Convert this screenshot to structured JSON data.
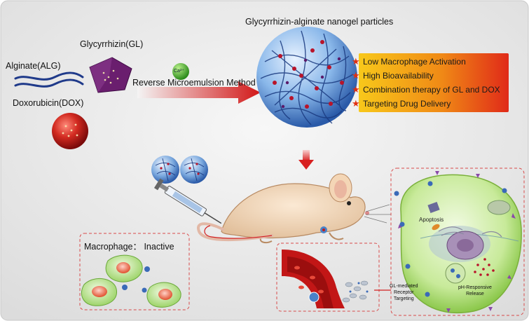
{
  "labels": {
    "title": "Glycyrrhizin-alginate nanogel particles",
    "glycyrrhizin": "Glycyrrhizin(GL)",
    "alginate": "Alginate(ALG)",
    "doxorubicin": "Doxorubicin(DOX)",
    "calcium": "Ca²⁺",
    "method": "Reverse Microemulsion Method",
    "macrophage": "Macrophage： Inactive",
    "apoptosis": "Apoptosis",
    "targeting": [
      "GL-mediated",
      "Receptor",
      "Targeting"
    ],
    "release": [
      "pH-Responsive",
      "Release"
    ]
  },
  "benefits": [
    "Low Macrophage Activation",
    "High Bioavailability",
    "Combination therapy of GL and DOX",
    "Targeting Drug Delivery"
  ],
  "colors": {
    "background": "#ececec",
    "arrow": "#d82020",
    "nanogel": "#4a82c8",
    "doxorubicin": "#c81818",
    "glycyrrhizin": "#6a1e6e",
    "benefit_gradient_start": "#f6c21a",
    "benefit_gradient_end": "#e22818"
  }
}
